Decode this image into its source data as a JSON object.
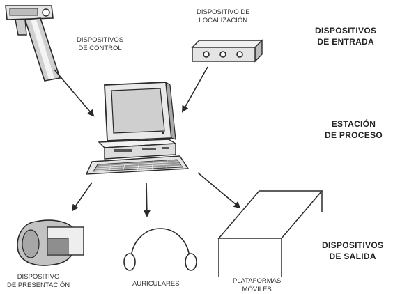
{
  "labels": {
    "control_line1": "DISPOSITIVOS",
    "control_line2": "DE CONTROL",
    "localizacion_line1": "DISPOSITIVO DE",
    "localizacion_line2": "LOCALIZACIÓN",
    "presentacion_line1": "DISPOSITIVO",
    "presentacion_line2": "DE PRESENTACIÓN",
    "auriculares": "AURICULARES",
    "plataformas_line1": "PLATAFORMAS",
    "plataformas_line2": "MÓVILES"
  },
  "categories": {
    "entrada_line1": "DISPOSITIVOS",
    "entrada_line2": "DE ENTRADA",
    "proceso_line1": "ESTACIÓN",
    "proceso_line2": "DE PROCESO",
    "salida_line1": "DISPOSITIVOS",
    "salida_line2": "DE SALIDA"
  },
  "colors": {
    "line": "#2a2a2a",
    "screen": "#cfcfcf",
    "device_fill": "#e8e8e8",
    "dark": "#555555"
  }
}
